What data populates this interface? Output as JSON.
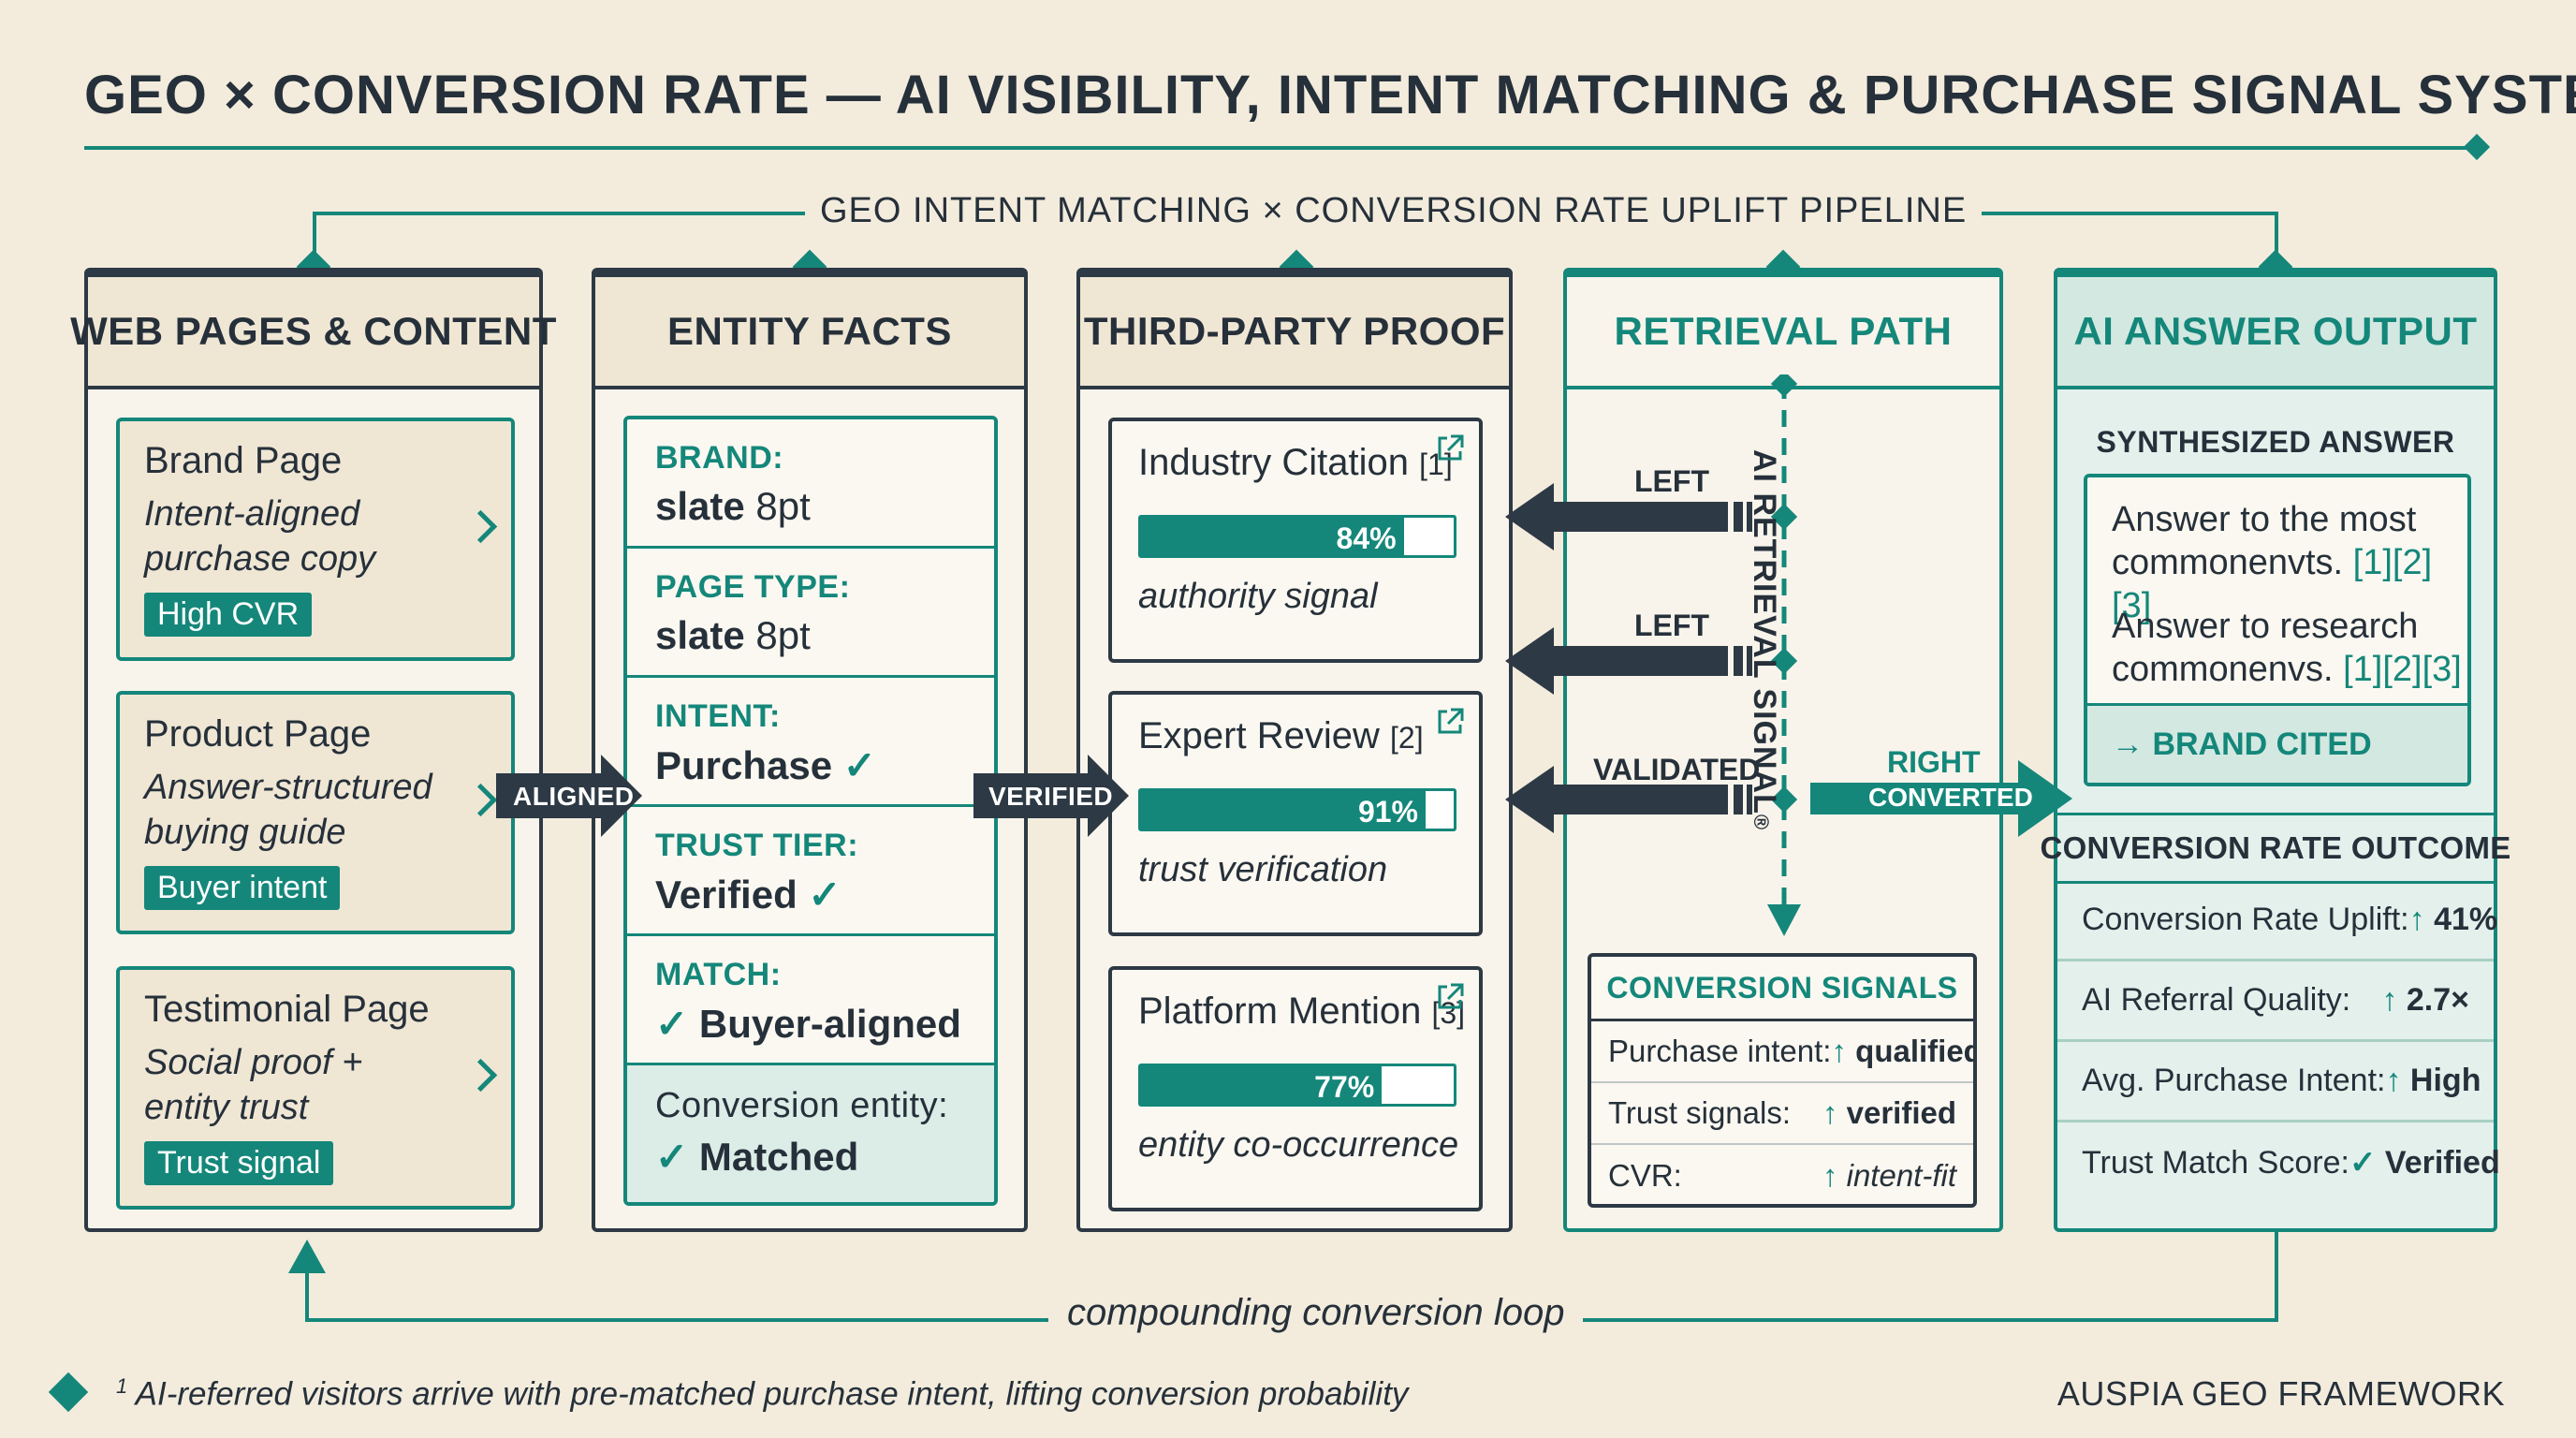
{
  "title": "GEO × CONVERSION RATE — AI VISIBILITY, INTENT MATCHING & PURCHASE SIGNAL SYSTEM",
  "pipeline_label": "GEO INTENT MATCHING × CONVERSION RATE UPLIFT PIPELINE",
  "colors": {
    "teal": "#14877a",
    "ink": "#26303a",
    "paper": "#f3ecdd"
  },
  "columns": {
    "web": {
      "title": "WEB PAGES & CONTENT",
      "cards": [
        {
          "title": "Brand Page",
          "line1": "Intent-aligned",
          "line2": "purchase copy",
          "tag": "High CVR"
        },
        {
          "title": "Product Page",
          "line1": "Answer-structured",
          "line2": "buying guide",
          "tag": "Buyer intent"
        },
        {
          "title": "Testimonial Page",
          "line1": "Social proof +",
          "line2": "entity trust",
          "tag": "Trust signal"
        }
      ]
    },
    "entity": {
      "title": "ENTITY FACTS",
      "facts": [
        {
          "key": "BRAND:",
          "value_bold": "slate",
          "value_light": " 8pt"
        },
        {
          "key": "PAGE TYPE:",
          "value_bold": "slate",
          "value_light": " 8pt"
        },
        {
          "key": "INTENT:",
          "value_bold": "Purchase ",
          "check": "✓"
        },
        {
          "key": "TRUST TIER:",
          "value_bold": "Verified ",
          "check": "✓"
        },
        {
          "key": "MATCH:",
          "check": "✓ ",
          "value_bold": "Buyer-aligned"
        }
      ],
      "conversion": {
        "key": "Conversion entity:",
        "check": "✓ ",
        "value": "Matched"
      }
    },
    "proof": {
      "title": "THIRD-PARTY PROOF",
      "cards": [
        {
          "title": "Industry Citation",
          "ref": "[1]",
          "percent": 84,
          "percent_label": "84%",
          "signal": "authority signal"
        },
        {
          "title": "Expert Review",
          "ref": "[2]",
          "percent": 91,
          "percent_label": "91%",
          "signal": "trust verification"
        },
        {
          "title": "Platform Mention",
          "ref": "[3]",
          "percent": 77,
          "percent_label": "77%",
          "signal": "entity co-occurrence"
        }
      ]
    },
    "retrieval": {
      "title": "RETRIEVAL PATH",
      "vertical_label": "AI RETRIEVAL SIGNAL",
      "vertical_mark": "®",
      "arrows": [
        "LEFT",
        "LEFT",
        "VALIDATED"
      ],
      "right_top": "RIGHT",
      "right_label": "CONVERTED",
      "signals": {
        "title": "CONVERSION SIGNALS",
        "rows": [
          {
            "label": "Purchase intent:",
            "arrow": "↑",
            "value": "qualified"
          },
          {
            "label": "Trust signals:",
            "arrow": "↑",
            "value": "verified"
          },
          {
            "label": "CVR:",
            "arrow": "↑",
            "value": "intent-fit"
          }
        ]
      }
    },
    "output": {
      "title": "AI ANSWER OUTPUT",
      "synth_title": "SYNTHESIZED ANSWER",
      "answers": [
        {
          "line1": "Answer to the most",
          "line2": "commonenvts.",
          "refs": "[1][2][3]"
        },
        {
          "line1": "Answer to research",
          "line2": "commonenvs.",
          "refs": "[1][2][3]"
        }
      ],
      "brand_cited": "→ BRAND CITED",
      "outcome_title": "CONVERSION RATE OUTCOME",
      "metrics": [
        {
          "label": "Conversion Rate Uplift:",
          "arrow": "↑",
          "value": "41%"
        },
        {
          "label": "AI Referral Quality:",
          "arrow": "↑",
          "value": "2.7×"
        },
        {
          "label": "Avg. Purchase Intent:",
          "arrow": "↑",
          "value": "High"
        },
        {
          "label": "Trust Match Score:",
          "arrow": "✓",
          "value": "Verified"
        }
      ]
    }
  },
  "flow_labels": {
    "aligned": "ALIGNED",
    "verified": "VERIFIED"
  },
  "loop_label": "compounding conversion loop",
  "footnote": {
    "mark": "1",
    "text": " AI-referred visitors arrive with pre-matched purchase intent, lifting conversion probability"
  },
  "brand_footer": "AUSPIA GEO FRAMEWORK"
}
